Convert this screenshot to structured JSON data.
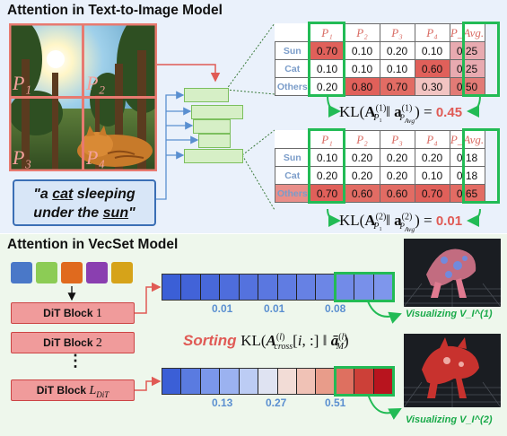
{
  "top": {
    "title": "Attention in Text-to-Image Model",
    "patch_labels": [
      "P₁",
      "P₂",
      "P₃",
      "P₄"
    ],
    "prompt": {
      "pre": "\"a ",
      "cat": "cat",
      "mid": " sleeping under the ",
      "sun": "sun",
      "post": "\""
    },
    "table1": {
      "headers": [
        "P₁",
        "P₂",
        "P₃",
        "P₄",
        "P_Avg."
      ],
      "rows": [
        {
          "label": "Sun",
          "values": [
            "0.70",
            "0.10",
            "0.20",
            "0.10",
            "0.25"
          ]
        },
        {
          "label": "Cat",
          "values": [
            "0.10",
            "0.10",
            "0.10",
            "0.60",
            "0.25"
          ]
        },
        {
          "label": "Others",
          "values": [
            "0.20",
            "0.80",
            "0.70",
            "0.30",
            "0.50"
          ]
        }
      ],
      "kl_text": "KL(A^(1)_P₁ ‖ a^(1)_P_Avg) = ",
      "kl_value": "0.45"
    },
    "table2": {
      "headers": [
        "P₁",
        "P₂",
        "P₃",
        "P₄",
        "P_Avg."
      ],
      "rows": [
        {
          "label": "Sun",
          "values": [
            "0.10",
            "0.20",
            "0.20",
            "0.20",
            "0.18"
          ]
        },
        {
          "label": "Cat",
          "values": [
            "0.20",
            "0.20",
            "0.20",
            "0.10",
            "0.18"
          ]
        },
        {
          "label": "Others",
          "values": [
            "0.70",
            "0.60",
            "0.60",
            "0.70",
            "0.65"
          ]
        }
      ],
      "kl_text": "KL(A^(2)_P₁ ‖ a^(2)_P_Avg) = ",
      "kl_value": "0.01"
    }
  },
  "bottom": {
    "title": "Attention in VecSet Model",
    "token_colors": [
      "#4a78c8",
      "#8ccc55",
      "#e06a1e",
      "#8a3fb0",
      "#d6a319"
    ],
    "dit_blocks": [
      "DiT Block 1",
      "DiT Block 2",
      "⋮",
      "DiT Block L_DiT"
    ],
    "bar1_ticks": [
      "0.01",
      "0.01",
      "0.08"
    ],
    "bar2_ticks": [
      "0.13",
      "0.27",
      "0.51"
    ],
    "sorting_label": "Sorting",
    "sorting_math": "KL(A^(l)_cross[i, :] ‖ ā^(l)_M)",
    "visualizing": [
      "Visualizing V_I^(1)",
      "Visualizing V_I^(2)"
    ]
  }
}
